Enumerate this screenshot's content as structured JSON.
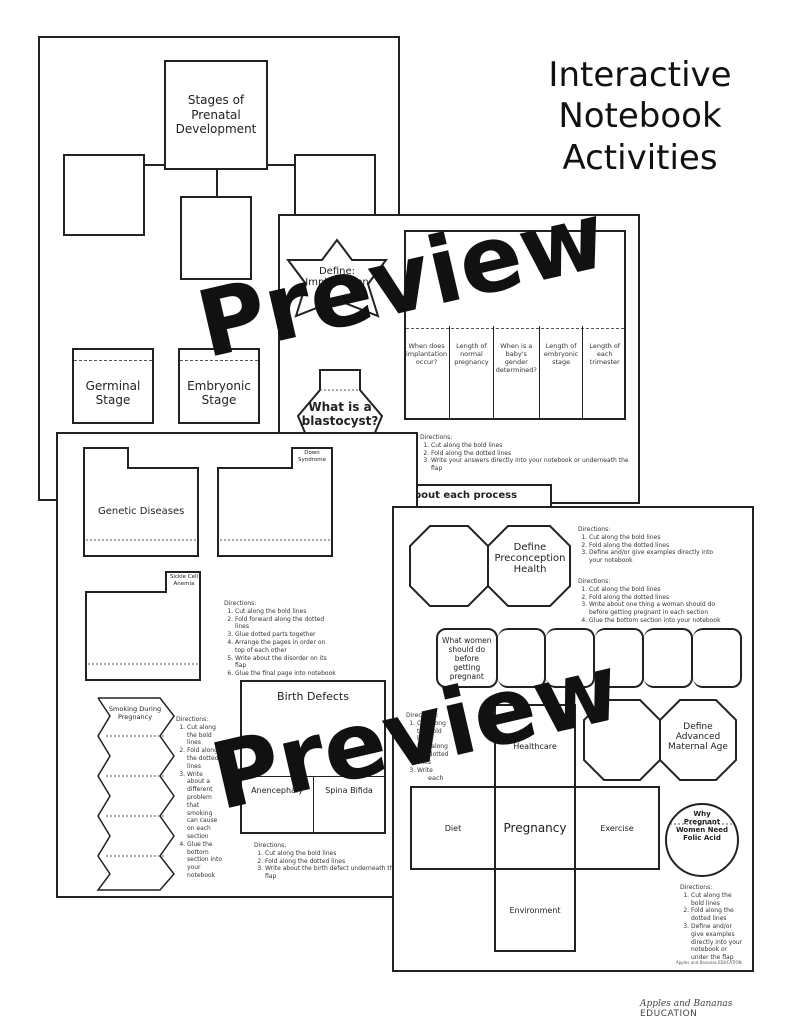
{
  "title": "Interactive Notebook Activities",
  "watermark": "Preview",
  "page1": {
    "center": "Stages of Prenatal Development",
    "germinal": "Germinal Stage",
    "embryonic": "Embryonic Stage"
  },
  "page2": {
    "star": "Define: Implantation",
    "blastocyst": "What is a blastocyst?",
    "columns": [
      "When does implantation occur?",
      "Length of normal pregnancy",
      "When is a baby's gender determined?",
      "Length of embryonic stage",
      "Length of each trimester"
    ],
    "directions_title": "Directions:",
    "directions": [
      "Cut along the bold lines",
      "Fold along the dotted lines",
      "Write your answers directly into your notebook or underneath the flap"
    ],
    "bottom": "bout each process"
  },
  "page3": {
    "genetic": "Genetic Diseases",
    "down": "Down Syndrome",
    "sickle": "Sickle Cell Anemia",
    "directions_title": "Directions:",
    "directions": [
      "Cut along the bold lines",
      "Fold forward along the dotted lines",
      "Glue dotted parts together",
      "Arrange the pages in order on top of each other",
      "Write about the disorder on its flap",
      "Glue the final page into notebook"
    ],
    "smoking": "Smoking During Pregnancy",
    "smoking_dir_title": "Directions:",
    "smoking_dir": [
      "Cut along the bold lines",
      "Fold along the dotted lines",
      "Write about a different problem that smoking can cause on each section",
      "Glue the bottom section into your notebook"
    ],
    "birth_defects": "Birth Defects",
    "anencephaly": "Anencephaly",
    "spina": "Spina Bifida",
    "bd_dir_title": "Directions:",
    "bd_dir": [
      "Cut along the bold lines",
      "Fold along the dotted lines",
      "Write about the birth defect underneath the flap"
    ]
  },
  "page4": {
    "preconception": "Define Preconception Health",
    "dir1_title": "Directions:",
    "dir1": [
      "Cut along the bold lines",
      "Fold along the dotted lines",
      "Define and/or give examples directly into your notebook"
    ],
    "dir2_title": "Directions:",
    "dir2": [
      "Cut along the bold lines",
      "Fold along the dotted lines",
      "Write about one thing a woman should do before getting pregnant in each section",
      "Glue the bottom section into your notebook"
    ],
    "women": "What women should do before getting pregnant",
    "dir3_title": "Directions:",
    "dir3": [
      "Cut along the bold lines",
      "Fold along the dotted lines",
      "Write",
      "each"
    ],
    "healthcare": "Healthcare",
    "diet": "Diet",
    "pregnancy": "Pregnancy",
    "exercise": "Exercise",
    "environment": "Environment",
    "advanced": "Define Advanced Maternal Age",
    "folic": "Why Pregnant Women Need Folic Acid",
    "dir4_title": "Directions:",
    "dir4": [
      "Cut along the bold lines",
      "Fold along the dotted lines",
      "Define and/or give examples directly into your notebook or under the flap"
    ],
    "small_brand": "Apples and Bananas EDUCATION"
  },
  "footer_script": "Apples and Bananas",
  "footer_caps": "EDUCATION"
}
